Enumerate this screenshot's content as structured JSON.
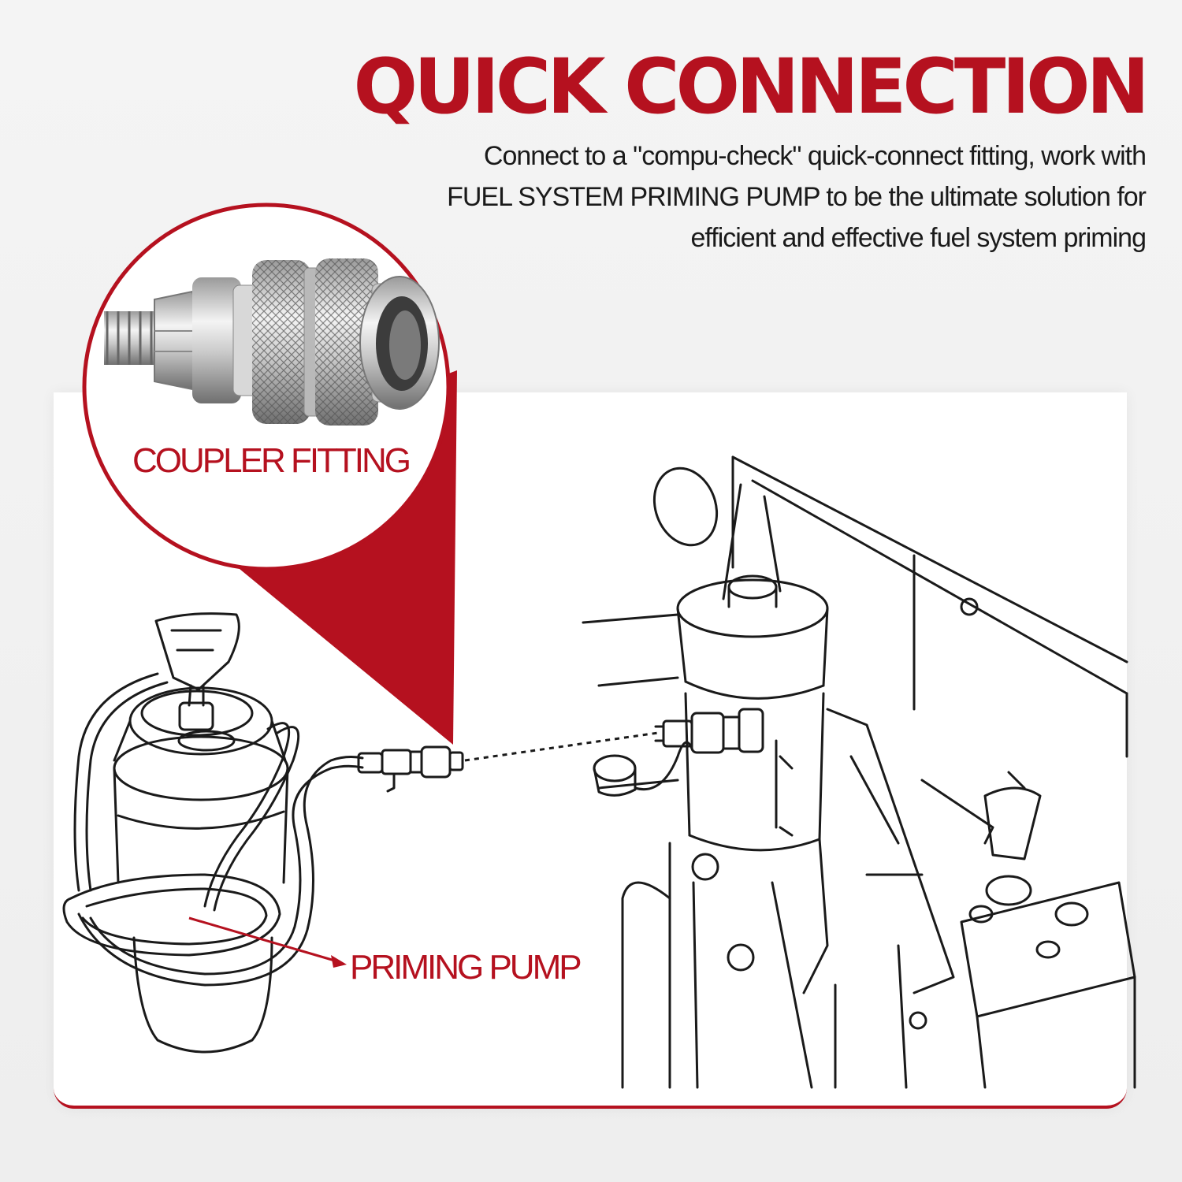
{
  "heading": "QUICK CONNECTION",
  "description": [
    "Connect to a \"compu-check\" quick-connect fitting, work with",
    "FUEL SYSTEM PRIMING PUMP to be the ultimate solution for",
    "efficient and effective fuel system priming"
  ],
  "labels": {
    "coupler": "COUPLER FITTING",
    "pump": "PRIMING PUMP"
  },
  "colors": {
    "accent": "#b5111f",
    "text": "#1a1a1a",
    "panel": "#ffffff",
    "background": "#f1f1f1"
  }
}
